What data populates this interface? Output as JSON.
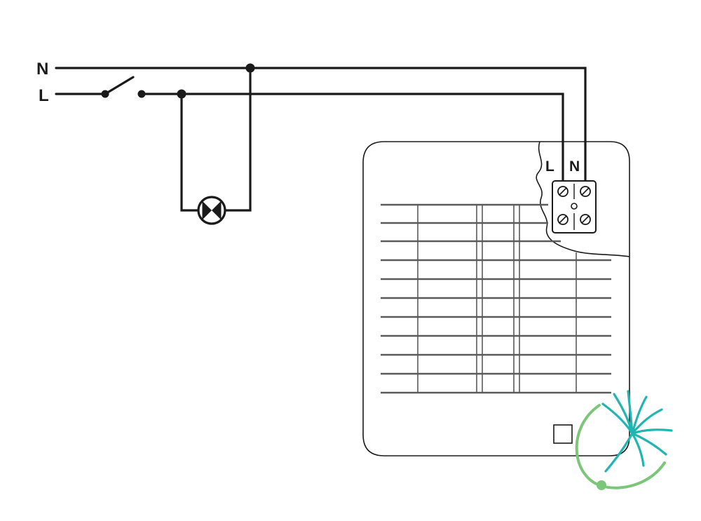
{
  "labels": {
    "neutral": "N",
    "live": "L",
    "terminal_live": "L",
    "terminal_neutral": "N"
  },
  "colors": {
    "line": "#1a1a1a",
    "grille": "#5a5a5a",
    "logo_teal": "#1fb5b0",
    "logo_green": "#7cc67a"
  }
}
